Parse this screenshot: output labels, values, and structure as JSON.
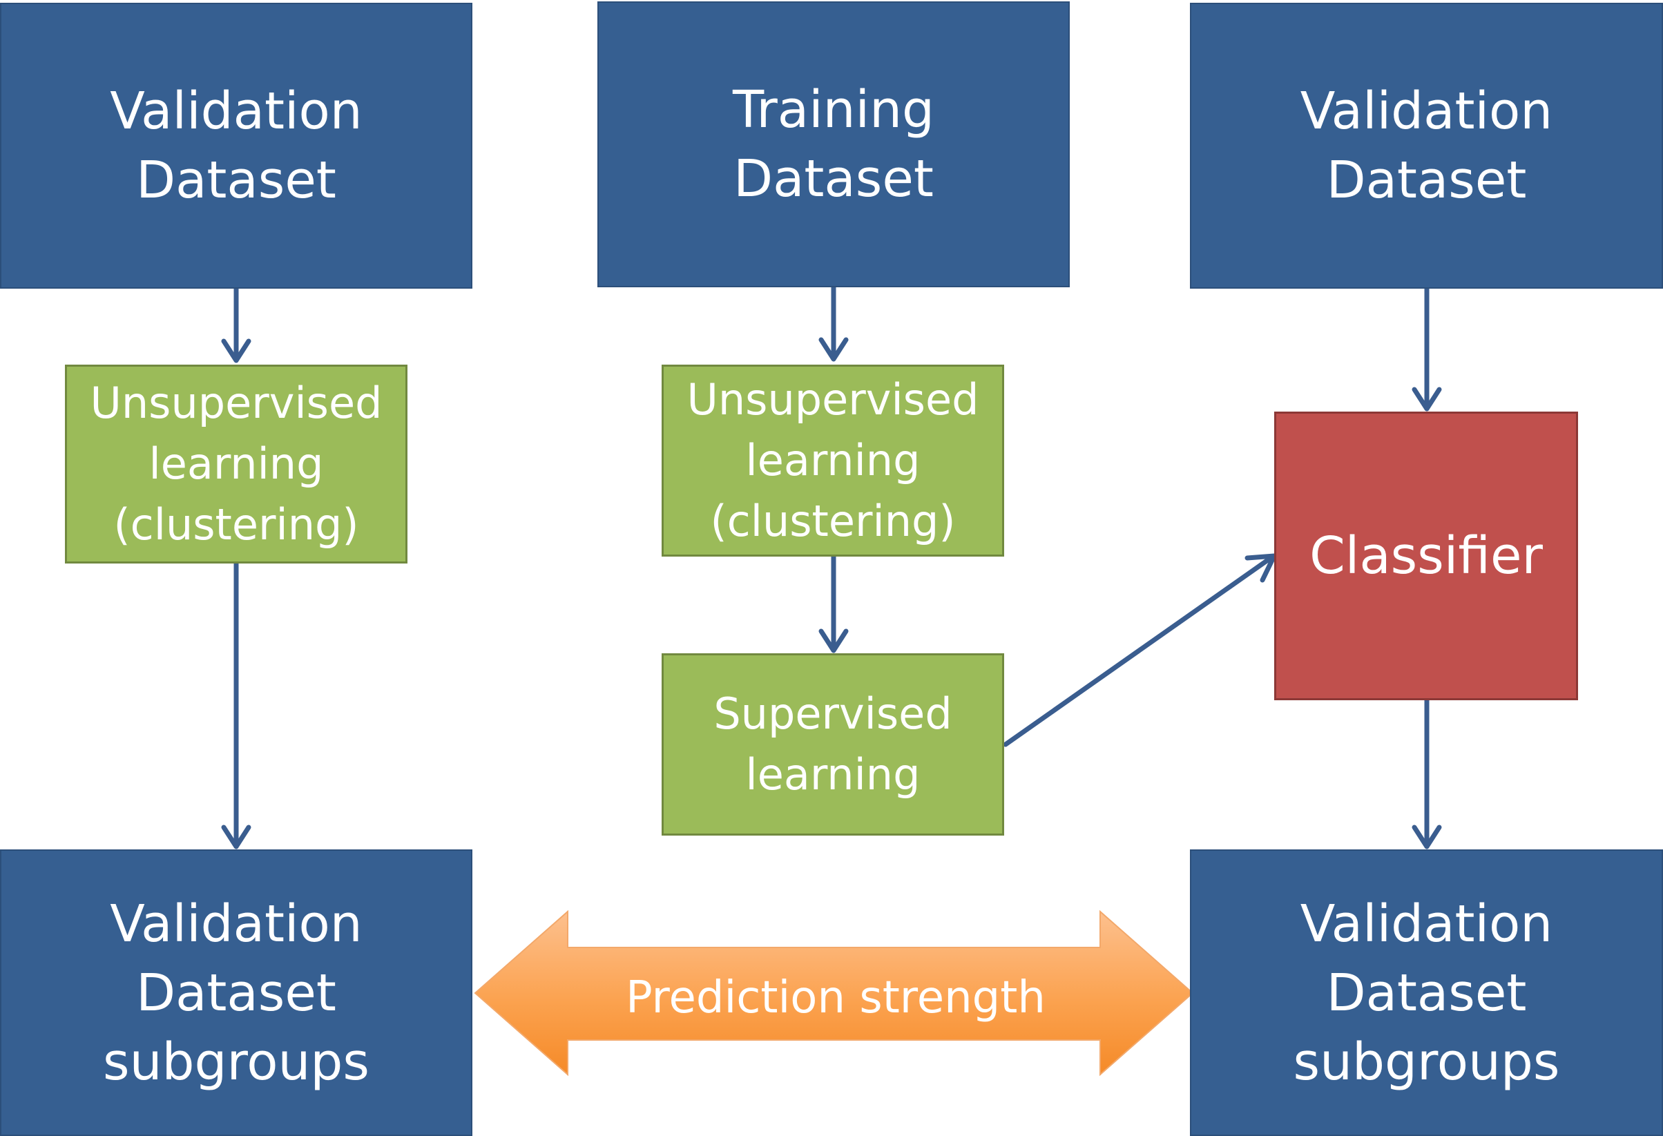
{
  "boxes": {
    "left_top": [
      "Validation",
      "Dataset"
    ],
    "center_top": [
      "Training",
      "Dataset"
    ],
    "right_top": [
      "Validation",
      "Dataset"
    ],
    "left_unsup": [
      "Unsupervised",
      "learning",
      "(clustering)"
    ],
    "center_unsup": [
      "Unsupervised",
      "learning",
      "(clustering)"
    ],
    "center_sup": [
      "Supervised",
      "learning"
    ],
    "classifier": "Classifier",
    "left_bottom": [
      "Validation",
      "Dataset",
      "subgroups"
    ],
    "right_bottom": [
      "Validation",
      "Dataset",
      "subgroups"
    ]
  },
  "prediction_strength": "Prediction strength",
  "colors": {
    "dataset_blue": "#365f91",
    "learning_green": "#9bbb59",
    "classifier_red": "#c0504d",
    "arrow": "#365f91",
    "double_arrow_orange": "#f79646"
  }
}
